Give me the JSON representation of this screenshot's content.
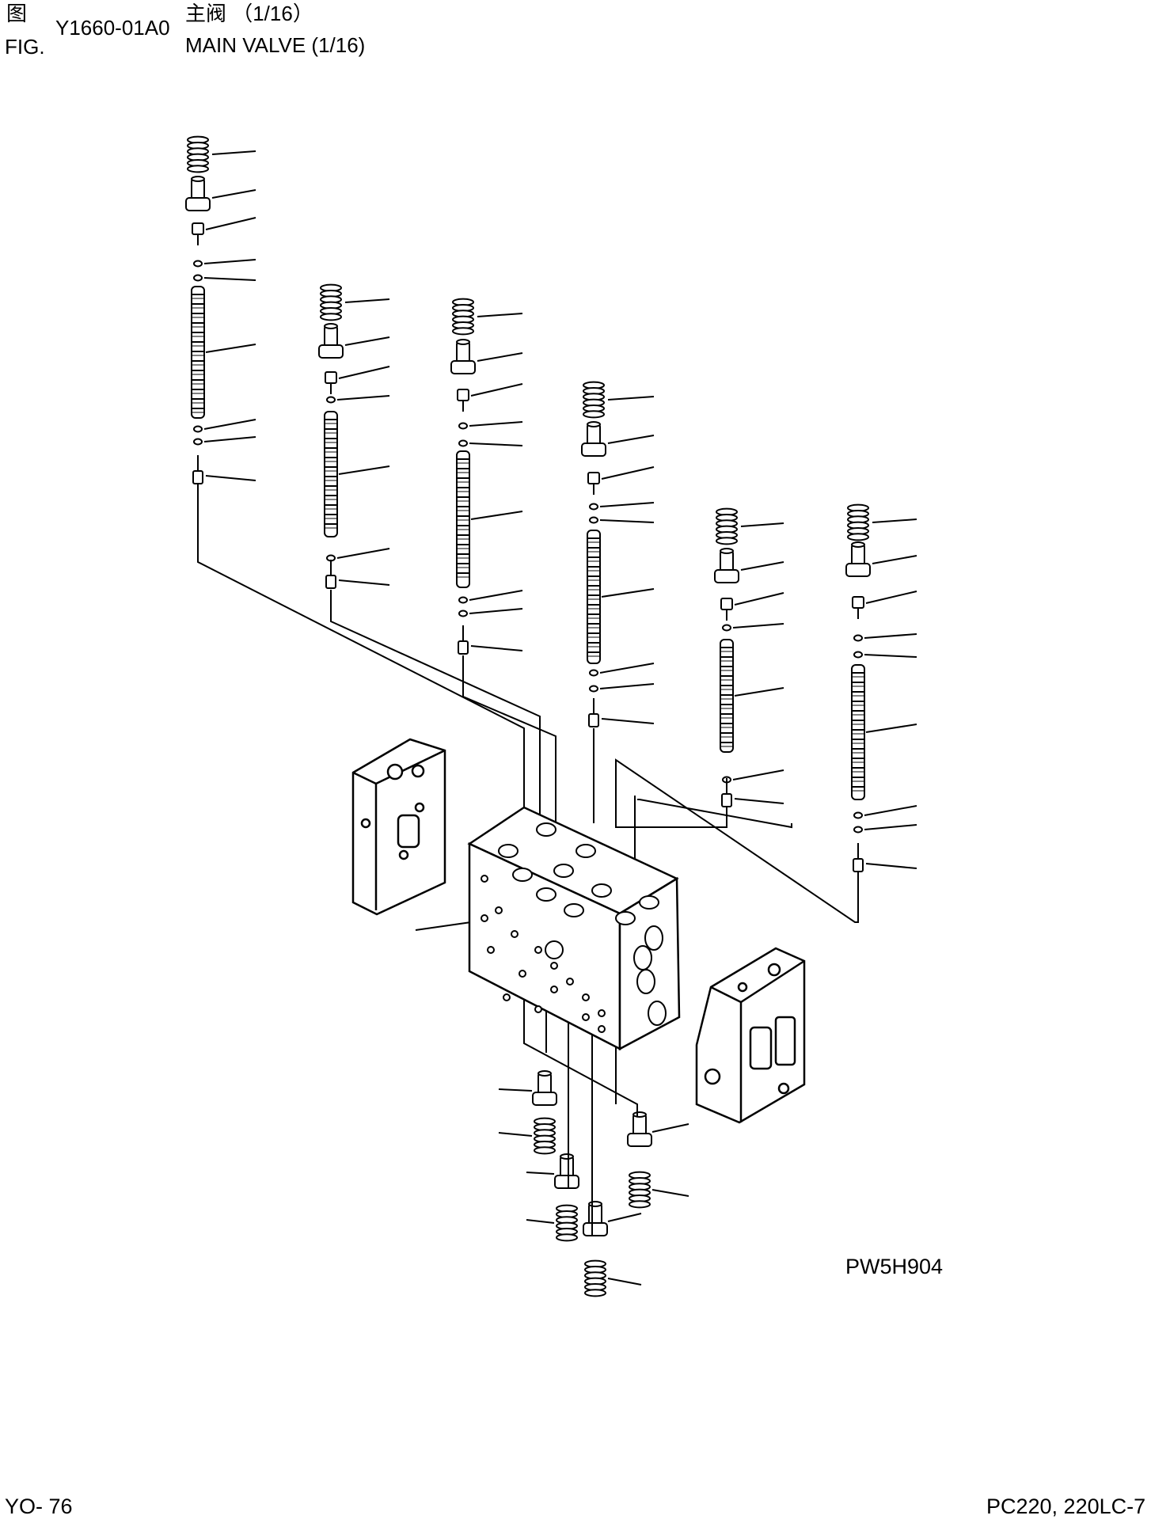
{
  "header": {
    "fig_cn": "图",
    "fig_en": "FIG.",
    "fig_number": "Y1660-01A0",
    "title_cn": "主阀 （1/16）",
    "title_en": "MAIN VALVE (1/16)"
  },
  "diagram": {
    "code": "PW5H904"
  },
  "footer": {
    "page": "YO- 76",
    "model": "PC220, 220LC-7"
  }
}
